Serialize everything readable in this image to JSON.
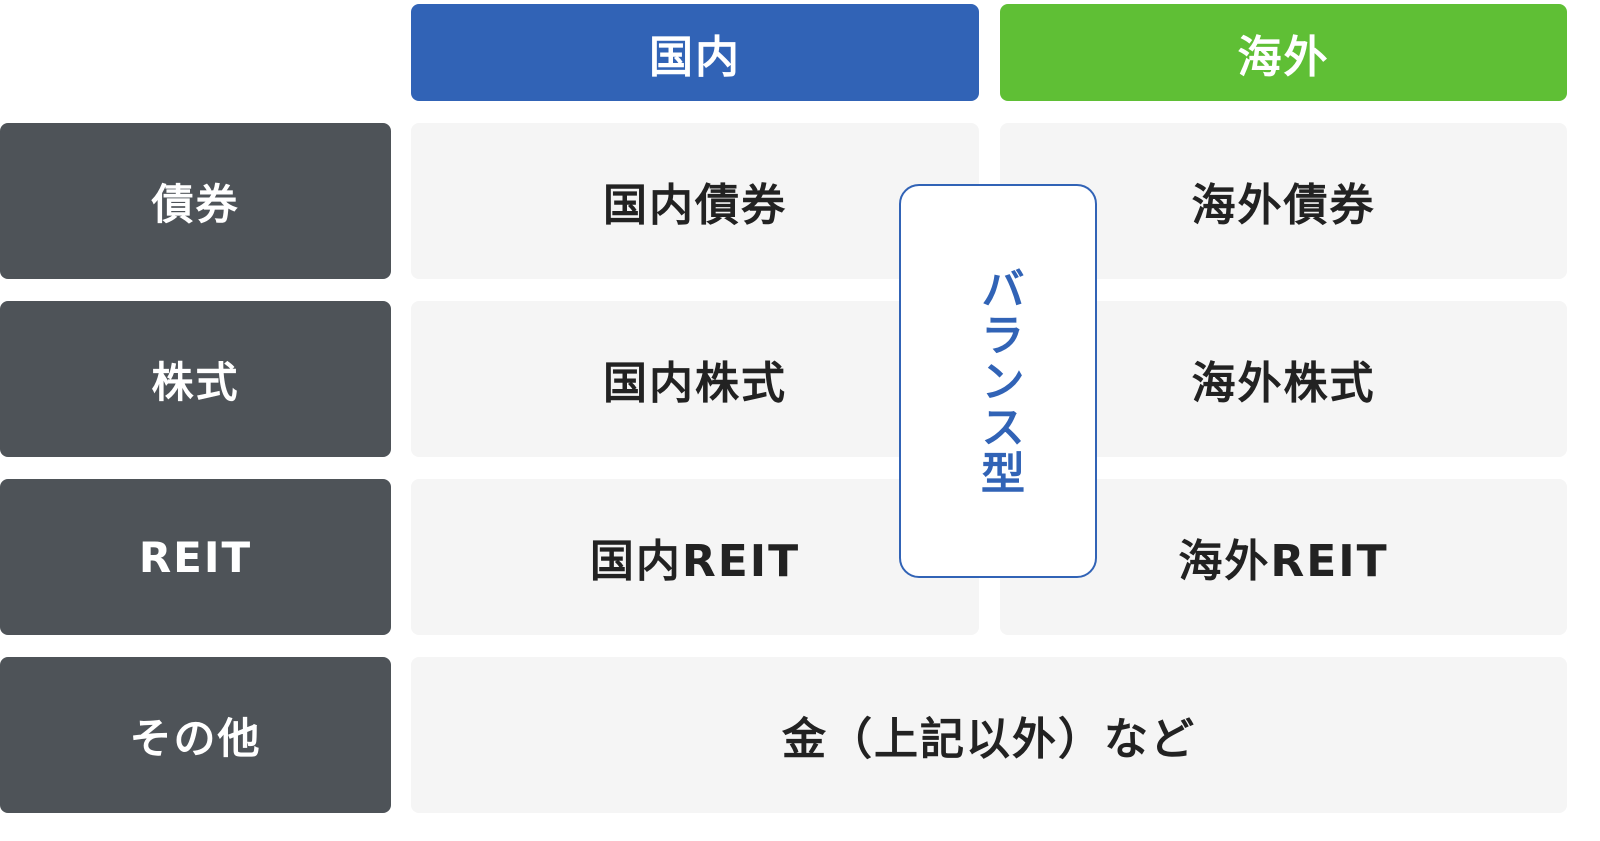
{
  "columns": {
    "domestic": "国内",
    "foreign": "海外"
  },
  "colors": {
    "domestic": "#3163B6",
    "foreign": "#5FBF35",
    "row_label": "#4E5358",
    "cell": "#F5F5F5"
  },
  "rows": [
    {
      "label": "債券",
      "domestic": "国内債券",
      "foreign": "海外債券"
    },
    {
      "label": "株式",
      "domestic": "国内株式",
      "foreign": "海外株式"
    },
    {
      "label": "REIT",
      "domestic": "国内REIT",
      "foreign": "海外REIT"
    },
    {
      "label": "その他",
      "combined": "金（上記以外）など"
    }
  ],
  "balance_label": "バランス型"
}
